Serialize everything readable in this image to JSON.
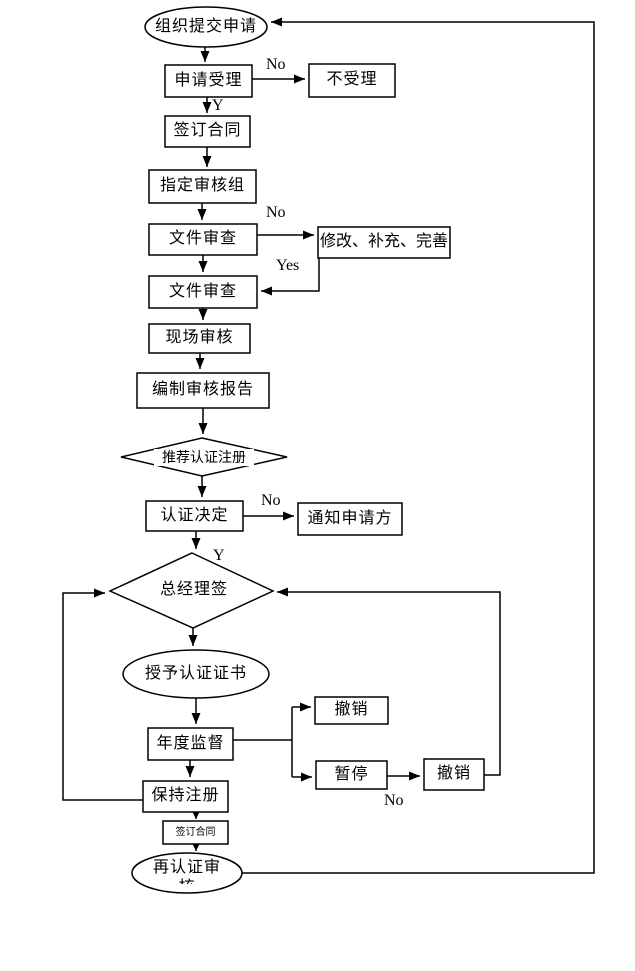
{
  "page": {
    "background": "#ffffff",
    "line_color": "#000000",
    "text_color": "#000000"
  },
  "nodes": {
    "start": {
      "label": "组织提交申请",
      "shape": "ellipse"
    },
    "accept": {
      "label": "申请受理",
      "shape": "rect"
    },
    "reject": {
      "label": "不受理",
      "shape": "rect"
    },
    "sign_contract": {
      "label": "签订合同",
      "shape": "rect"
    },
    "audit_team": {
      "label": "指定审核组",
      "shape": "rect"
    },
    "doc_review_1": {
      "label": "文件审查",
      "shape": "rect"
    },
    "revise": {
      "label": "修改、补充、完善",
      "shape": "rect"
    },
    "doc_review_2": {
      "label": "文件审查",
      "shape": "rect"
    },
    "onsite_audit": {
      "label": "现场审核",
      "shape": "rect"
    },
    "audit_report": {
      "label": "编制审核报告",
      "shape": "rect"
    },
    "recommend": {
      "label": "推荐认证注册",
      "shape": "diamond"
    },
    "decision": {
      "label": "认证决定",
      "shape": "rect"
    },
    "notify": {
      "label": "通知申请方",
      "shape": "rect"
    },
    "gm_sign": {
      "label": "总经理签",
      "shape": "diamond"
    },
    "grant_cert": {
      "label": "授予认证证书",
      "shape": "ellipse"
    },
    "annual": {
      "label": "年度监督",
      "shape": "rect"
    },
    "revoke_top": {
      "label": "撤销",
      "shape": "rect"
    },
    "suspend": {
      "label": "暂停",
      "shape": "rect"
    },
    "revoke_right": {
      "label": "撤销",
      "shape": "rect"
    },
    "maintain": {
      "label": "保持注册",
      "shape": "rect"
    },
    "sign_contract_2": {
      "label": "签订合同",
      "shape": "rect"
    },
    "recert": {
      "label": "再认证审核",
      "shape": "ellipse"
    }
  },
  "edge_labels": {
    "accept_no": "No",
    "accept_yes": "Y",
    "review_no": "No",
    "review_yes": "Yes",
    "decision_no": "No",
    "decision_yes": "Y",
    "suspend_no": "No"
  }
}
